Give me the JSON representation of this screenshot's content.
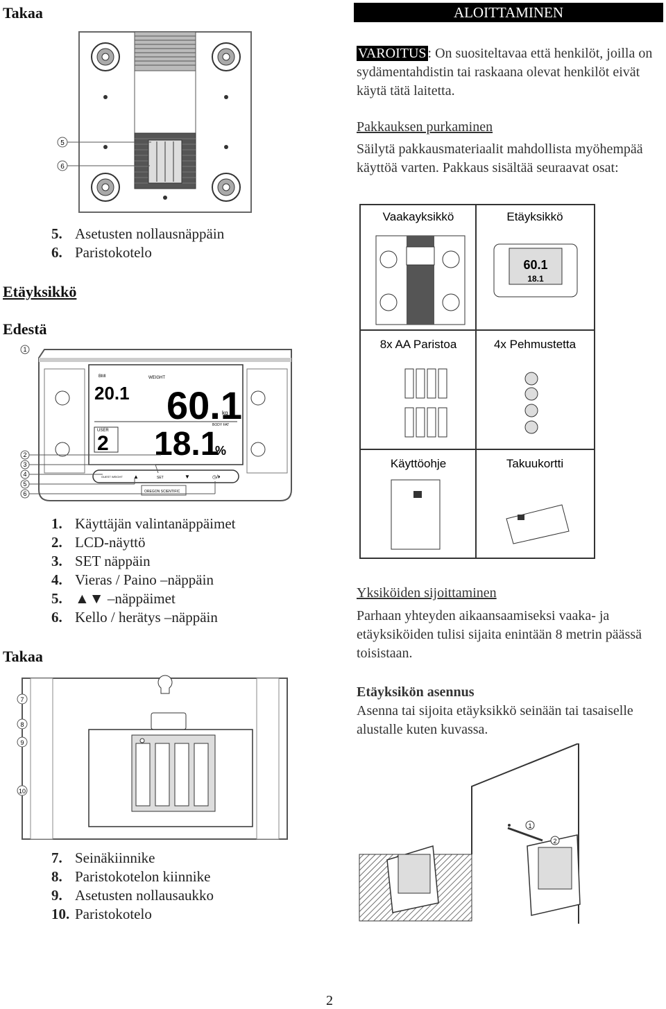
{
  "left": {
    "takaa_top": "Takaa",
    "scale_list": [
      {
        "num": "5.",
        "text": "Asetusten nollausnäppäin"
      },
      {
        "num": "6.",
        "text": "Paristokotelo"
      }
    ],
    "etayksikko_heading": "Etäyksikkö",
    "edesta": "Edestä",
    "front_list": [
      {
        "num": "1.",
        "text": "Käyttäjän valintanäppäimet"
      },
      {
        "num": "2.",
        "text": "LCD-näyttö"
      },
      {
        "num": "3.",
        "text": "SET  näppäin"
      },
      {
        "num": "4.",
        "text": "Vieras / Paino –näppäin"
      },
      {
        "num": "5.",
        "text": "▲▼  –näppäimet"
      },
      {
        "num": "6.",
        "text": "Kello / herätys –näppäin"
      }
    ],
    "takaa_mid": "Takaa",
    "back_list": [
      {
        "num": "7.",
        "text": "Seinäkiinnike"
      },
      {
        "num": "8.",
        "text": "Paristokotelon kiinnike"
      },
      {
        "num": "9.",
        "text": "Asetusten nollausaukko"
      },
      {
        "num": "10.",
        "text": "Paristokotelo"
      }
    ]
  },
  "right": {
    "banner": "ALOITTAMINEN",
    "warning_label": "VAROITUS",
    "warning_text": ": On suositeltavaa että henkilöt, joilla on sydämentahdistin tai raskaana olevat henkilöt eivät käytä tätä laitetta.",
    "unpack_heading": "Pakkauksen purkaminen",
    "unpack_text": "Säilytä pakkausmateriaalit mahdollista myöhempää käyttöä varten. Pakkaus sisältää seuraavat osat:",
    "contents_table": {
      "cells": [
        "Vaakayksikkö",
        "Etäyksikkö",
        "8x AA Paristoa",
        "4x Pehmustetta",
        "Käyttöohje",
        "Takuukortti"
      ]
    },
    "placement_heading": "Yksiköiden sijoittaminen",
    "placement_text": "Parhaan yhteyden aikaansaamiseksi vaaka- ja etäyksiköiden tulisi sijaita enintään 8 metrin päässä toisistaan.",
    "install_heading": "Etäyksikön asennus",
    "install_text": "Asenna tai sijoita etäyksikkö seinään tai tasaiselle alustalle kuten kuvassa."
  },
  "lcd": {
    "bmi_label": "BMI",
    "bmi_value": "20.1",
    "weight_label": "WEIGHT",
    "weight_value": "60.1",
    "kg": "kg",
    "user_label": "USER",
    "user_value": "2",
    "fat_value": "18.1",
    "percent": "%",
    "bodyfat": "BODY FAT",
    "btn_guest": "GUEST WEIGHT",
    "btn_set": "SET",
    "brand": "OREGON SCIENTIFIC"
  },
  "callouts": {
    "scale": [
      "5",
      "6"
    ],
    "front": [
      "1",
      "2",
      "3",
      "4",
      "5",
      "6"
    ],
    "back": [
      "7",
      "8",
      "9",
      "10"
    ],
    "install": [
      "1",
      "2"
    ]
  },
  "page_number": "2"
}
